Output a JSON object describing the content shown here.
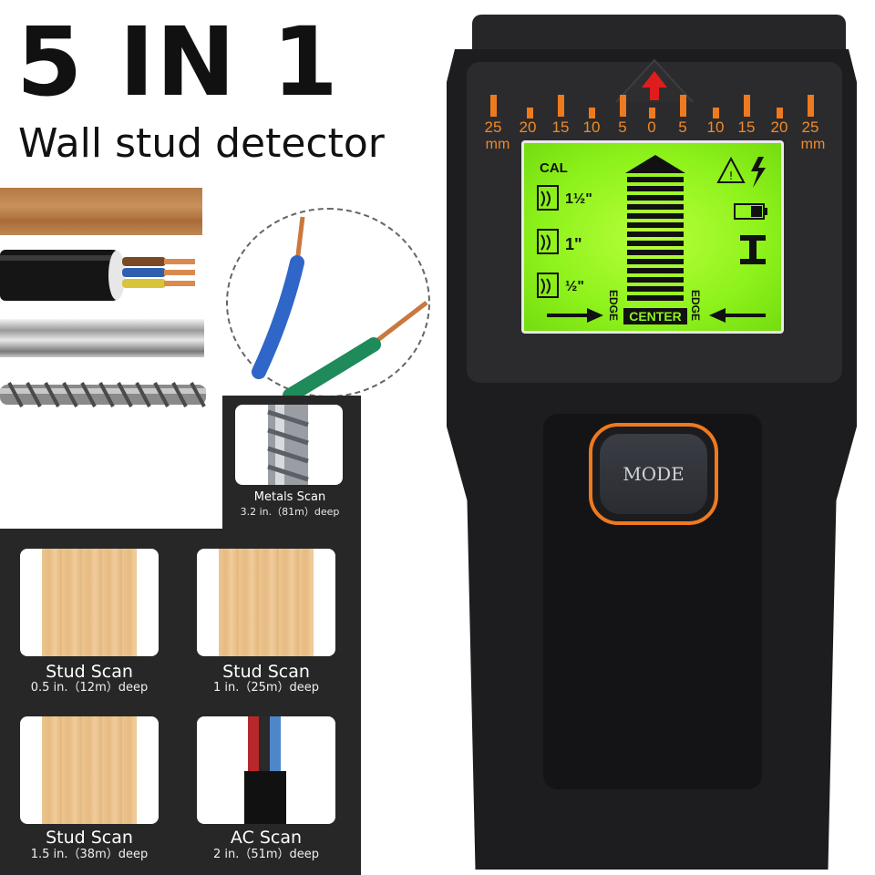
{
  "headline": "5 IN 1",
  "subheadline": "Wall stud detector",
  "ruler": {
    "labels": [
      "25",
      "20",
      "15",
      "10",
      "5",
      "0",
      "5",
      "10",
      "15",
      "20",
      "25"
    ],
    "unit": "mm",
    "accent_color": "#ee7a20"
  },
  "lcd": {
    "cal": "CAL",
    "depth_top": "1½\"",
    "depth_mid": "1\"",
    "depth_bottom": "½\"",
    "edge_left": "EDGE",
    "center": "CENTER",
    "edge_right": "EDGE",
    "icons": [
      "warning-icon",
      "lightning-icon",
      "battery-icon",
      "metal-beam-icon",
      "stud-wood-icon"
    ],
    "backlight_color": "#8ef21b"
  },
  "mode_button": "MODE",
  "scans": {
    "metals": {
      "title": "Metals Scan",
      "detail": "3.2 in.（81m）deep"
    },
    "stud1": {
      "title": "Stud Scan",
      "detail": "0.5 in.（12m）deep"
    },
    "stud2": {
      "title": "Stud Scan",
      "detail": "1 in.（25m）deep"
    },
    "stud3": {
      "title": "Stud Scan",
      "detail": "1.5 in.（38m）deep"
    },
    "ac": {
      "title": "AC Scan",
      "detail": "2 in.（51m）deep"
    }
  }
}
